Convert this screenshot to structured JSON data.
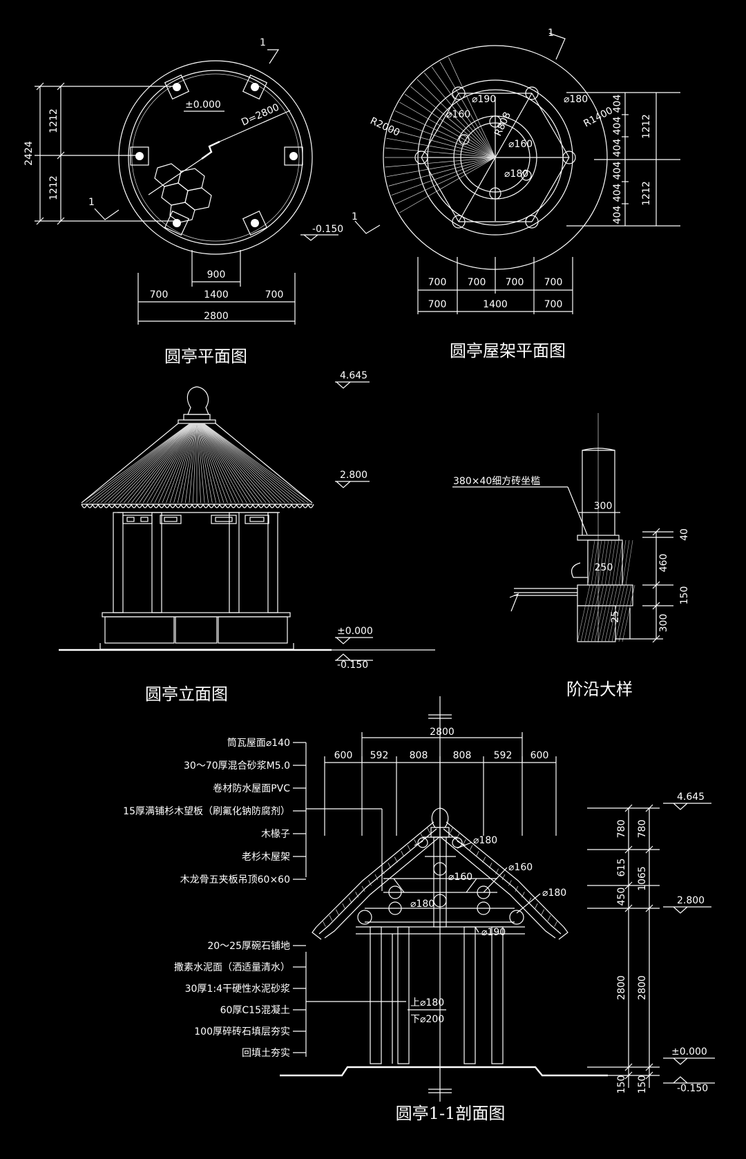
{
  "titles": {
    "plan": "圆亭平面图",
    "roof_plan": "圆亭屋架平面图",
    "elevation": "圆亭立面图",
    "step_detail": "阶沿大样",
    "section": "圆亭1-1剖面图"
  },
  "plan": {
    "level_top": "±0.000",
    "level_bottom": "-0.150",
    "diameter": "D=2800",
    "section_mark": "1",
    "vert_total": "2424",
    "vert_upper": "1212",
    "vert_lower": "1212",
    "dim_inner": "900",
    "dim_left": "700",
    "dim_mid": "1400",
    "dim_right": "700",
    "dim_total": "2800"
  },
  "roof_plan": {
    "section_mark": "1",
    "r_outer": "R2000",
    "r_inner": "R1400",
    "r_ring": "R808",
    "d190": "⌀190",
    "d180_top": "⌀180",
    "d160_left": "⌀160",
    "d160_center": "⌀160",
    "d180_center": "⌀180",
    "right_dims": [
      "404",
      "404",
      "404",
      "404",
      "404",
      "404"
    ],
    "right_totals": [
      "1212",
      "1212"
    ],
    "bottom_row1": [
      "700",
      "700",
      "700",
      "700"
    ],
    "bottom_row2": [
      "700",
      "1400",
      "700"
    ]
  },
  "elevation": {
    "level_top": "4.645",
    "level_eave": "2.800",
    "level_floor": "±0.000",
    "level_ground": "-0.150"
  },
  "step_detail": {
    "note": "380×40细方砖坐槛",
    "d300": "300",
    "d250": "250",
    "d40": "40",
    "d460": "460",
    "d150": "150",
    "d25": "25",
    "d300b": "300"
  },
  "section": {
    "top_total": "2800",
    "top_dims": [
      "600",
      "592",
      "808",
      "808",
      "592",
      "600"
    ],
    "roof_notes": [
      "筒瓦屋面⌀140",
      "30～70厚混合砂浆M5.0",
      "卷材防水屋面PVC",
      "15厚满铺杉木望板（刷氟化钠防腐剂）",
      "木椽子",
      "老杉木屋架",
      "木龙骨五夹板吊顶60×60"
    ],
    "floor_notes": [
      "20～25厚碗石铺地",
      "撒素水泥面（洒适量清水）",
      "30厚1:4干硬性水泥砂浆",
      "60厚C15混凝土",
      "100厚碎砖石填层夯实",
      "回填土夯实"
    ],
    "d180_top": "⌀180",
    "d160_right": "⌀160",
    "d160_center": "⌀160",
    "d180_right": "⌀180",
    "d180_left": "⌀180",
    "d190": "⌀190",
    "col_top": "上⌀180",
    "col_bottom": "下⌀200",
    "right_dims_a": [
      "780",
      "615",
      "450",
      "2800",
      "150"
    ],
    "right_dims_b": [
      "780",
      "1065",
      "2800",
      "150"
    ],
    "level_top": "4.645",
    "level_eave": "2.800",
    "level_floor": "±0.000",
    "level_ground": "-0.150"
  }
}
